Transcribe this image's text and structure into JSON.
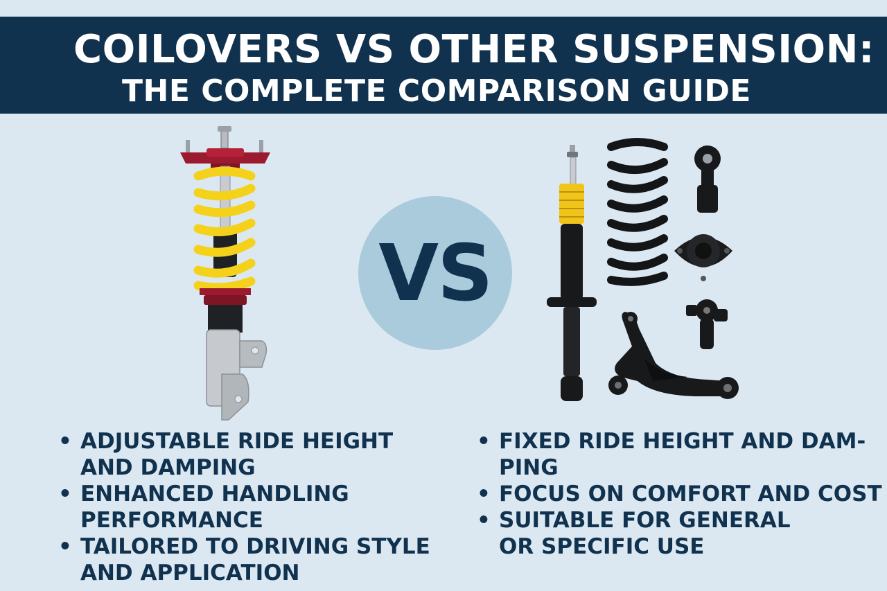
{
  "header": {
    "title_line1": "COILOVERS VS OTHER SUSPENSION:",
    "title_line2": "THE COMPLETE COMPARISON GUIDE"
  },
  "versus": {
    "label": "VS"
  },
  "left_features": [
    {
      "line1": "ADJUSTABLE RIDE HEIGHT",
      "line2": "AND DAMPING"
    },
    {
      "line1": "ENHANCED HANDLING",
      "line2": "PERFORMANCE"
    },
    {
      "line1": "TAILORED TO DRIVING STYLE",
      "line2": "AND APPLICATION"
    }
  ],
  "right_features": [
    {
      "line1": "FIXED RIDE HEIGHT AND DAM-",
      "line2": "PING"
    },
    {
      "line1": "FOCUS ON COMFORT AND COST",
      "line2": ""
    },
    {
      "line1": "SUITABLE FOR GENERAL",
      "line2": "OR SPECIFIC USE"
    }
  ],
  "bullet": "•",
  "icons": {
    "left": "coilover-shock-icon",
    "right": [
      "shock-absorber-icon",
      "coil-spring-icon",
      "end-link-icon",
      "strut-mount-icon",
      "control-arm-icon",
      "ball-joint-icon"
    ]
  },
  "colors": {
    "background": "#dce8f1",
    "banner": "#10324f",
    "text_dark": "#10324f",
    "vs_circle": "#a9cbdc",
    "spring_yellow": "#f4d21b",
    "top_mount_red": "#9c1a2e"
  }
}
